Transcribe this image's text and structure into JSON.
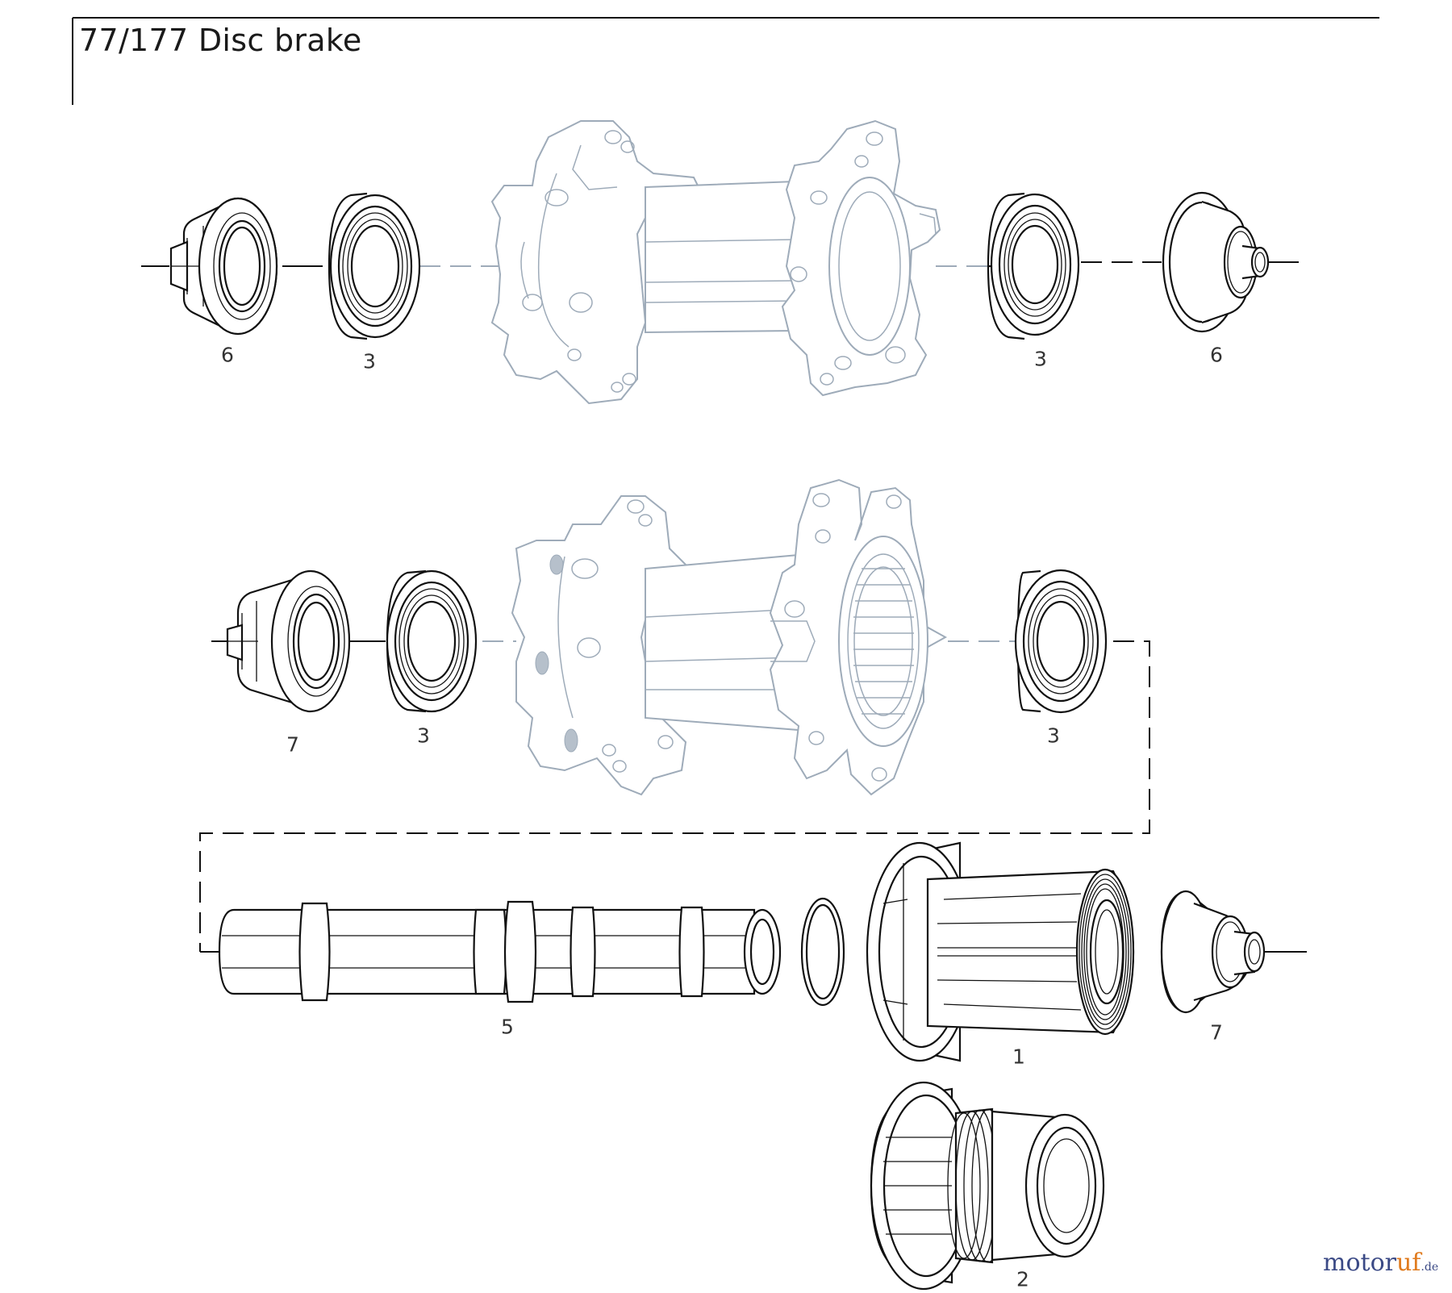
{
  "title": "77/177 Disc brake",
  "callouts": {
    "front_left_end_cap": "6",
    "front_left_bearing": "3",
    "front_right_bearing": "3",
    "front_right_end_cap": "6",
    "rear_left_end_cap": "7",
    "rear_left_bearing": "3",
    "rear_right_bearing": "3",
    "axle": "5",
    "freehub_body": "1",
    "rear_right_end_cap": "7",
    "freehub_body_alt": "2"
  },
  "watermark": {
    "name": "motoruf",
    "tld": ".de"
  },
  "colors": {
    "line": "#111111",
    "hub_shell": "#9eabb9",
    "watermark_blue": "#3b4a86",
    "watermark_orange": "#e07a1d"
  }
}
